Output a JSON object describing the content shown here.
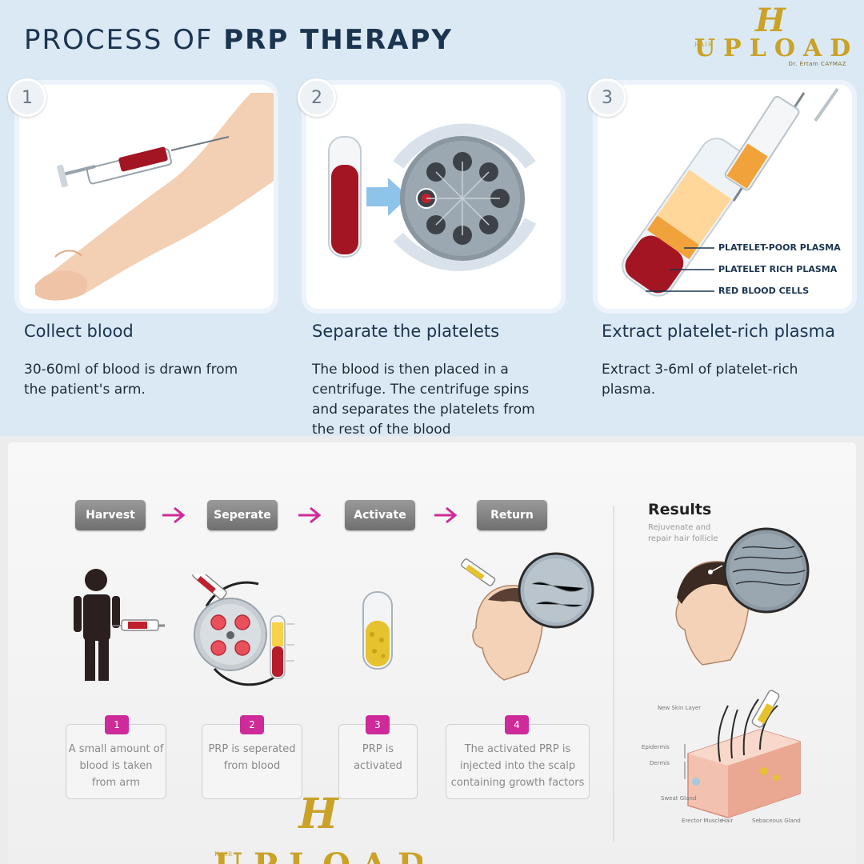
{
  "top": {
    "title_regular": "PROCESS OF ",
    "title_bold": "PRP THERAPY",
    "logo": {
      "small": "HAIR",
      "word": "UPLOAD",
      "subtitle": "Dr. Ertam CAYMAZ"
    },
    "steps": [
      {
        "number": "1",
        "title": "Collect blood",
        "description": "30-60ml of blood is drawn from the patient's arm."
      },
      {
        "number": "2",
        "title": "Separate the platelets",
        "description": "The blood is then placed in a centrifuge. The centrifuge spins and separates the platelets from the rest of the blood"
      },
      {
        "number": "3",
        "title": "Extract platelet-rich plasma",
        "description": "Extract 3-6ml of platelet-rich plasma."
      }
    ],
    "plasma_layers": [
      "PLATELET-POOR PLASMA",
      "PLATELET RICH PLASMA",
      "RED BLOOD CELLS"
    ]
  },
  "bottom": {
    "flow": [
      "Harvest",
      "Seperate",
      "Activate",
      "Return"
    ],
    "results": {
      "title": "Results",
      "description": "Rejuvenate and repair hair follicle"
    },
    "steps": [
      {
        "number": "1",
        "text": "A small amount of blood is taken from arm"
      },
      {
        "number": "2",
        "text": "PRP is seperated from blood"
      },
      {
        "number": "3",
        "text": "PRP is activated"
      },
      {
        "number": "4",
        "text": "The activated PRP is injected into the scalp containing growth factors"
      }
    ],
    "skin_labels": [
      "New Skin Layer",
      "Epidermis",
      "Dermis",
      "Sweat Gland",
      "Erector Muscle",
      "Hair",
      "Sebaceous Gland"
    ],
    "logo": {
      "small": "HAIR",
      "word": "UPLOAD"
    }
  },
  "colors": {
    "accent_magenta": "#cf2a9a",
    "title_navy": "#1b3550",
    "logo_gold": "#c9a227",
    "blood_red": "#a31522"
  }
}
